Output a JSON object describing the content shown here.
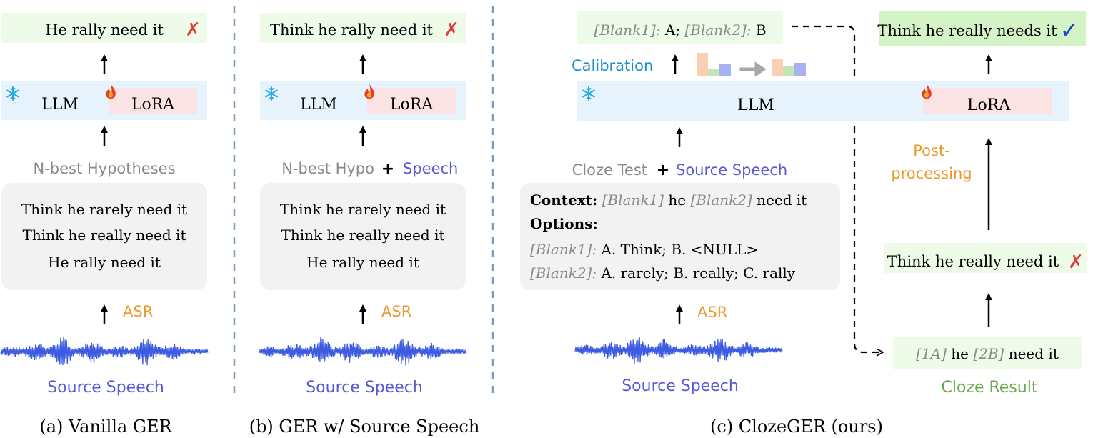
{
  "panels": {
    "vanilla": {
      "output_text": "He rally need it",
      "llm_label": "LLM",
      "lora_label": "LoRA",
      "hypotheses_title": "N-best Hypotheses",
      "hypotheses": [
        "Think he rarely need it",
        "Think he really need it",
        "He rally need it"
      ],
      "asr_label": "ASR",
      "speech_label": "Source Speech",
      "caption": "(a) Vanilla GER"
    },
    "speech": {
      "output_text": "Think he rally need it",
      "llm_label": "LLM",
      "lora_label": "LoRA",
      "input_title_left": "N-best Hypo",
      "plus": "+",
      "input_title_right": "Speech",
      "hypotheses": [
        "Think he rarely need it",
        "Think he really need it",
        "He rally need it"
      ],
      "asr_label": "ASR",
      "speech_label": "Source Speech",
      "caption": "(b) GER w/ Source Speech"
    },
    "cloze": {
      "answer_b1": "[Blank1]:",
      "answer_a": " A; ",
      "answer_b2": "[Blank2]:",
      "answer_b": " B",
      "calibration_label": "Calibration",
      "llm_label": "LLM",
      "lora_label": "LoRA",
      "input_title_left": "Cloze Test",
      "plus": "+",
      "input_title_right": "Source Speech",
      "context_label": "Context:",
      "context_blank1": "[Blank1]",
      "context_mid": " he ",
      "context_blank2": "[Blank2]",
      "context_end": " need it",
      "options_label": "Options:",
      "option1_blank": "[Blank1]:",
      "option1_text": " A. Think; B. <NULL>",
      "option2_blank": "[Blank2]:",
      "option2_text": " A. rarely; B. really; C. rally",
      "asr_label": "ASR",
      "speech_label": "Source Speech",
      "postproc_line1": "Post-",
      "postproc_line2": "processing",
      "intermediate_text": "Think he really need it",
      "cloze_1a": "[1A]",
      "cloze_mid": " he ",
      "cloze_2b": "[2B]",
      "cloze_end": " need it",
      "cloze_result_label": "Cloze Result",
      "final_text": "Think he really needs it",
      "caption": "(c) ClozeGER (ours)"
    }
  },
  "colors": {
    "output_box": "#eefbe8",
    "final_box": "#d4f4c8",
    "llm_bar": "#e6f3fc",
    "lora_box": "#fbe3e3",
    "hypo_box": "#f2f2f2",
    "speech_text": "#5959d6",
    "asr_text": "#ec9a2c",
    "grey_text": "#8a8a8a",
    "calibration_text": "#1f8ed0",
    "green_text": "#6aa84f",
    "wrong_mark": "#e53935",
    "right_mark": "#1e40c8",
    "divider": "#7a9bbf",
    "waveform": "#3d5be0"
  },
  "icons": {
    "frozen": "snowflake-icon",
    "trainable": "flame-icon",
    "wrong": "cross-mark-icon",
    "correct": "check-mark-icon"
  }
}
